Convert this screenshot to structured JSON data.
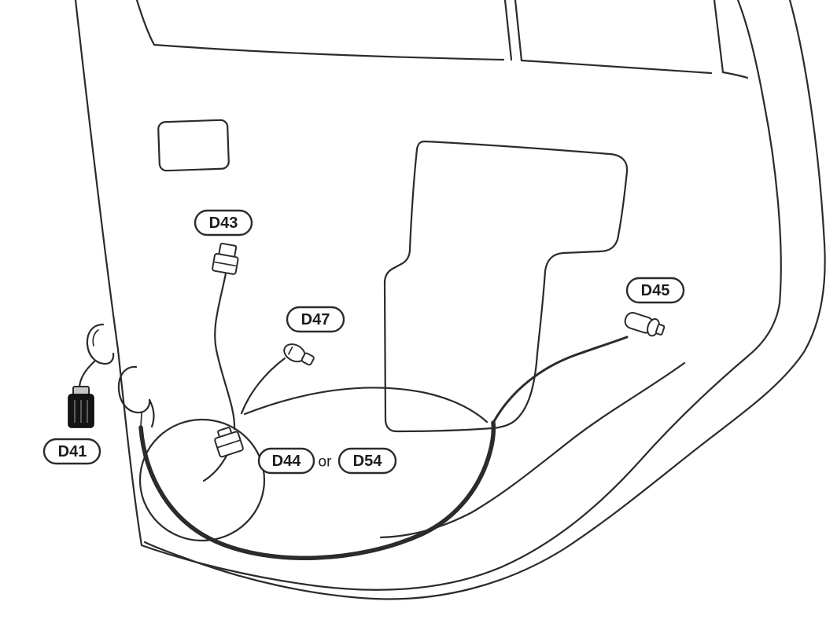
{
  "diagram": {
    "callouts": [
      {
        "id": "d43",
        "label": "D43"
      },
      {
        "id": "d47",
        "label": "D47"
      },
      {
        "id": "d45",
        "label": "D45"
      },
      {
        "id": "d41",
        "label": "D41"
      },
      {
        "id": "d44",
        "label": "D44"
      },
      {
        "id": "d54",
        "label": "D54"
      }
    ],
    "conjunction": "or",
    "colors": {
      "line": "#2b2b2b",
      "background": "#ffffff",
      "connector_dark": "#141414"
    }
  }
}
